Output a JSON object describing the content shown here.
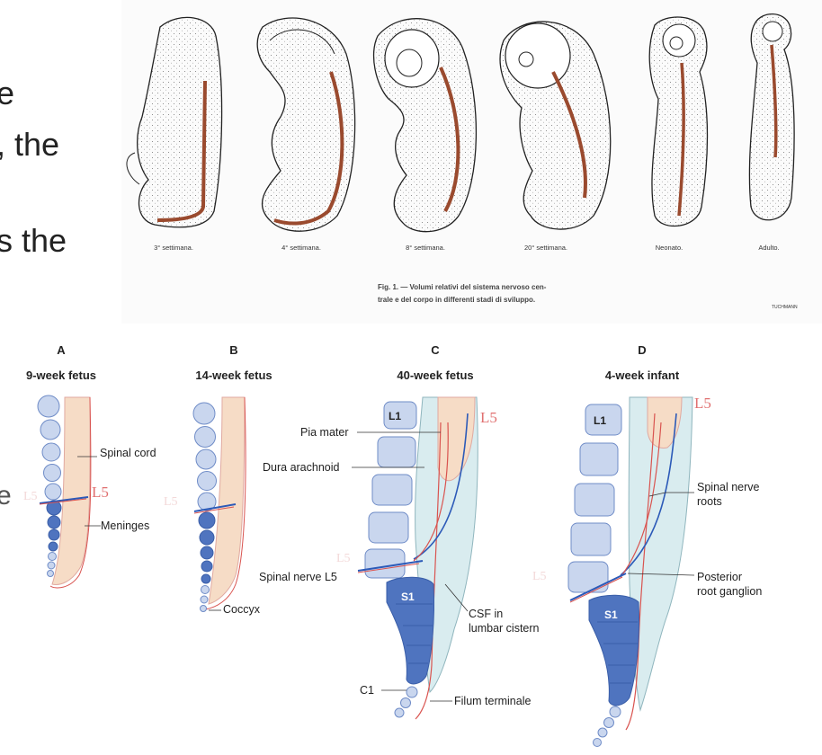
{
  "slide_text": {
    "line1": "e",
    "line2": ", the",
    "line3": "s the",
    "line4": "e"
  },
  "top_figure": {
    "captions": [
      "3° settimana.",
      "4° settimana.",
      "8° settimana.",
      "20° settimana.",
      "Neonato.",
      "Adulto."
    ],
    "figure_caption_line1": "Fig. 1. — Volumi relativi del sistema nervoso cen-",
    "figure_caption_line2": "trale e del corpo in differenti stadi di sviluppo.",
    "signature": "TUCHMANN"
  },
  "bottom_figure": {
    "panels": [
      {
        "letter": "A",
        "title": "9-week fetus"
      },
      {
        "letter": "B",
        "title": "14-week fetus"
      },
      {
        "letter": "C",
        "title": "40-week fetus"
      },
      {
        "letter": "D",
        "title": "4-week infant"
      }
    ],
    "annotations": {
      "spinal_cord": "Spinal cord",
      "meninges": "Meninges",
      "coccyx": "Coccyx",
      "pia_mater": "Pia mater",
      "dura_arachnoid": "Dura arachnoid",
      "spinal_nerve_l5": "Spinal nerve L5",
      "csf_line1": "CSF in",
      "csf_line2": "lumbar cistern",
      "c1": "C1",
      "filum_terminale": "Filum terminale",
      "spinal_nerve_roots_line1": "Spinal nerve",
      "spinal_nerve_roots_line2": "roots",
      "posterior_root_ganglion_line1": "Posterior",
      "posterior_root_ganglion_line2": "root ganglion"
    },
    "vertebra_labels": {
      "l1": "L1",
      "s1": "S1"
    },
    "segment_label": "L5"
  },
  "colors": {
    "vertebra_light": "#c9d6ee",
    "vertebra_dark": "#4f74bf",
    "cord": "#f6dcc6",
    "meninges": "#d9ecef",
    "nerve_red": "#d9534f",
    "nerve_blue": "#2c5ab8"
  }
}
